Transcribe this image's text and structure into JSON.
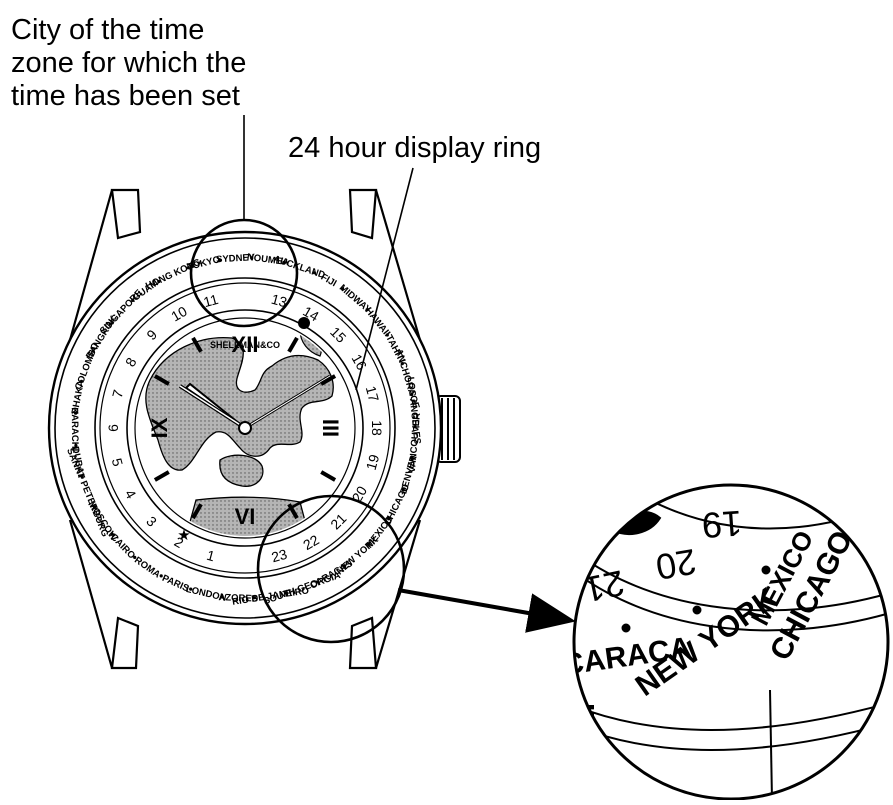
{
  "callouts": {
    "city_label": [
      "City of the time",
      "zone for which the",
      "time has been set"
    ],
    "ring_label": "24 hour display ring"
  },
  "watch": {
    "brand": "SHELLMAN&CO",
    "cities": [
      "HONG KONG",
      "TOKYO",
      "SYDNEY",
      "NOUMEA",
      "AUCKLAND",
      "FIJI",
      "MIDWAY",
      "HAWAII",
      "TAHITI",
      "ANCHORAGE",
      "LOS ANGELES",
      "VANCOUVER",
      "DENVER",
      "CHICAGO",
      "MEXICO",
      "NEW YORK",
      "CARACAS",
      "SOUTH GEORGIA",
      "RIO DE JANEIRO",
      "AZORES",
      "LONDON",
      "PARIS",
      "ROMA",
      "CAIRO",
      "MOSCOW",
      "SANKT PETERBURG",
      "DUBAI",
      "KARACHI",
      "DHAKA",
      "COLOMBO",
      "BANGKOK",
      "SINGAPORE",
      "GUAM"
    ],
    "hour_ring": [
      "1",
      "2",
      "3",
      "4",
      "5",
      "6",
      "7",
      "8",
      "9",
      "10",
      "11",
      "",
      "13",
      "14",
      "15",
      "16",
      "17",
      "18",
      "19",
      "20",
      "21",
      "22",
      "23"
    ],
    "roman": [
      "XII",
      "III",
      "VI",
      "IX"
    ]
  },
  "zoom": {
    "numbers": [
      "19",
      "20",
      "21"
    ],
    "cities": [
      "CHICAGO",
      "MEXICO",
      "NEW YORK",
      "CARACA",
      "RI"
    ]
  },
  "colors": {
    "line": "#000000",
    "land": "#9a9a9a",
    "paper": "#ffffff"
  }
}
